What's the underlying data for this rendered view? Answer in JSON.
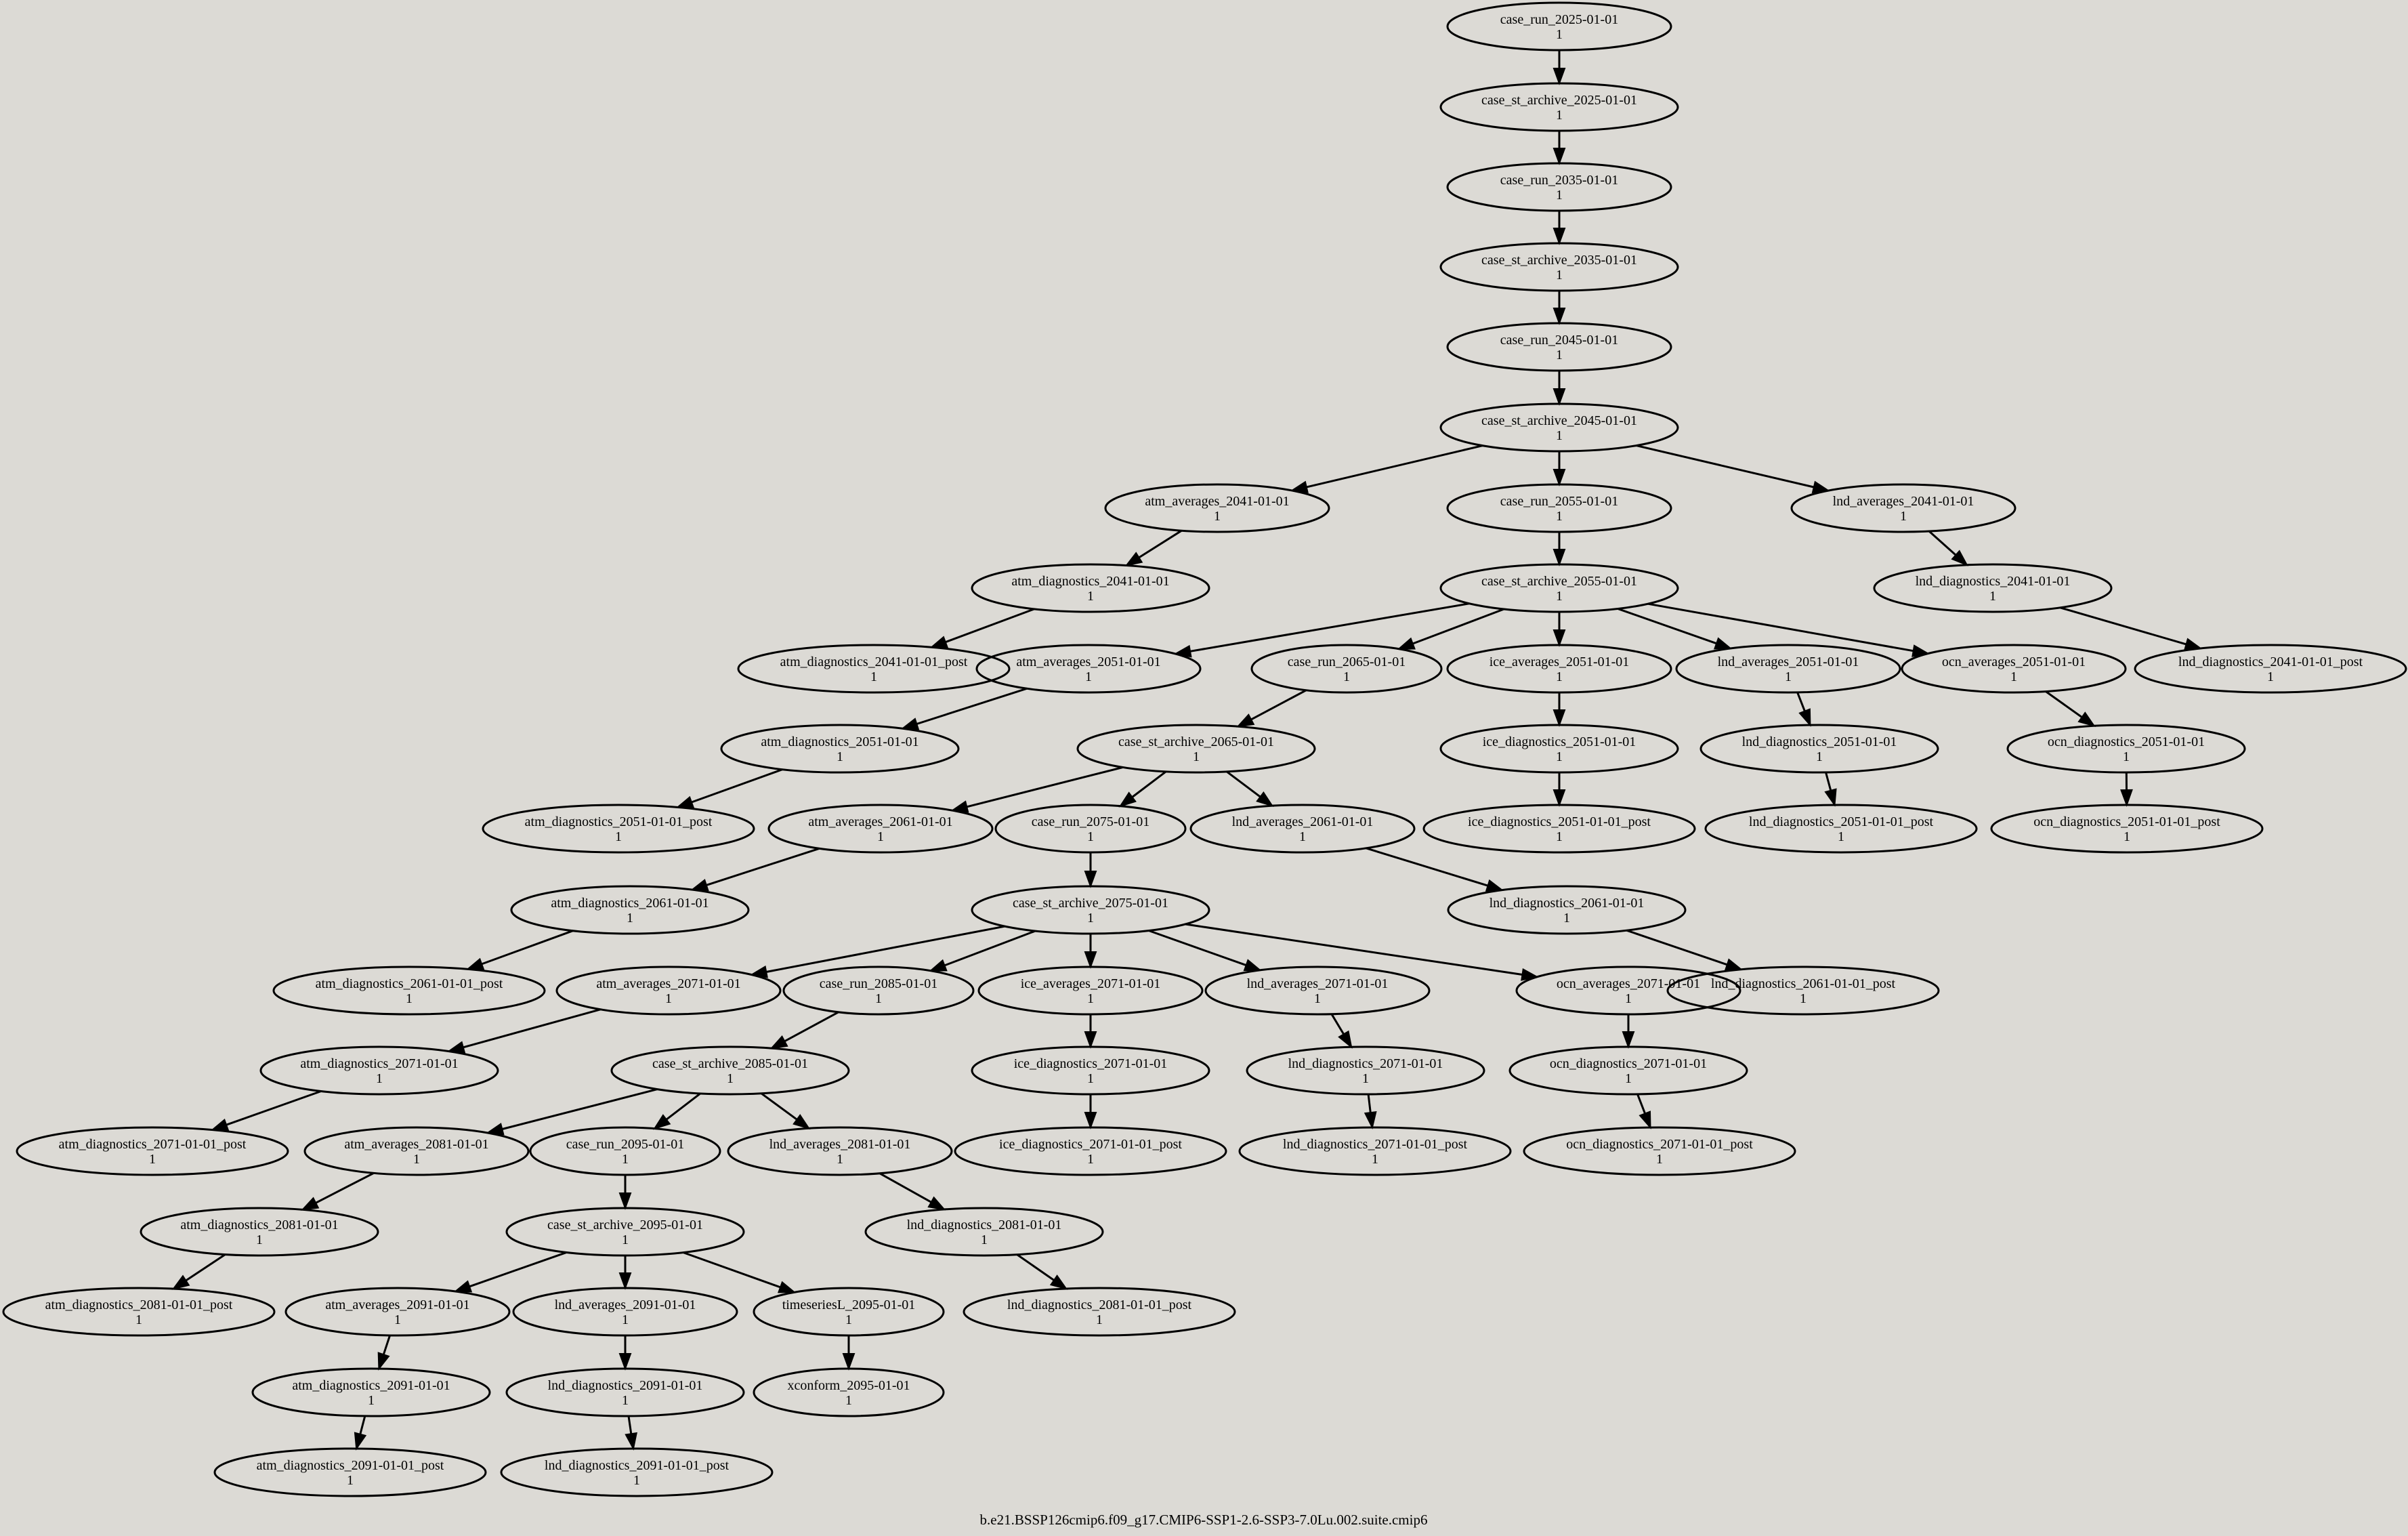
{
  "graph": {
    "caption": "b.e21.BSSP126cmip6.f09_g17.CMIP6-SSP1-2.6-SSP3-7.0Lu.002.suite.cmip6",
    "nodes": [
      {
        "id": "n1",
        "label": "case_run_2025-01-01",
        "count": "1"
      },
      {
        "id": "n2",
        "label": "case_st_archive_2025-01-01",
        "count": "1"
      },
      {
        "id": "n3",
        "label": "case_run_2035-01-01",
        "count": "1"
      },
      {
        "id": "n4",
        "label": "case_st_archive_2035-01-01",
        "count": "1"
      },
      {
        "id": "n5",
        "label": "case_run_2045-01-01",
        "count": "1"
      },
      {
        "id": "n6",
        "label": "case_st_archive_2045-01-01",
        "count": "1"
      },
      {
        "id": "n7",
        "label": "atm_averages_2041-01-01",
        "count": "1"
      },
      {
        "id": "n8",
        "label": "case_run_2055-01-01",
        "count": "1"
      },
      {
        "id": "n9",
        "label": "lnd_averages_2041-01-01",
        "count": "1"
      },
      {
        "id": "n10",
        "label": "atm_diagnostics_2041-01-01",
        "count": "1"
      },
      {
        "id": "n11",
        "label": "case_st_archive_2055-01-01",
        "count": "1"
      },
      {
        "id": "n12",
        "label": "lnd_diagnostics_2041-01-01",
        "count": "1"
      },
      {
        "id": "n13",
        "label": "atm_diagnostics_2041-01-01_post",
        "count": "1"
      },
      {
        "id": "n14",
        "label": "atm_averages_2051-01-01",
        "count": "1"
      },
      {
        "id": "n15",
        "label": "case_run_2065-01-01",
        "count": "1"
      },
      {
        "id": "n16",
        "label": "ice_averages_2051-01-01",
        "count": "1"
      },
      {
        "id": "n17",
        "label": "lnd_averages_2051-01-01",
        "count": "1"
      },
      {
        "id": "n18",
        "label": "ocn_averages_2051-01-01",
        "count": "1"
      },
      {
        "id": "n19",
        "label": "lnd_diagnostics_2041-01-01_post",
        "count": "1"
      },
      {
        "id": "n20",
        "label": "atm_diagnostics_2051-01-01",
        "count": "1"
      },
      {
        "id": "n21",
        "label": "case_st_archive_2065-01-01",
        "count": "1"
      },
      {
        "id": "n22",
        "label": "ice_diagnostics_2051-01-01",
        "count": "1"
      },
      {
        "id": "n23",
        "label": "lnd_diagnostics_2051-01-01",
        "count": "1"
      },
      {
        "id": "n24",
        "label": "ocn_diagnostics_2051-01-01",
        "count": "1"
      },
      {
        "id": "n25",
        "label": "atm_diagnostics_2051-01-01_post",
        "count": "1"
      },
      {
        "id": "n26",
        "label": "atm_averages_2061-01-01",
        "count": "1"
      },
      {
        "id": "n27",
        "label": "case_run_2075-01-01",
        "count": "1"
      },
      {
        "id": "n28",
        "label": "lnd_averages_2061-01-01",
        "count": "1"
      },
      {
        "id": "n29",
        "label": "ice_diagnostics_2051-01-01_post",
        "count": "1"
      },
      {
        "id": "n30",
        "label": "lnd_diagnostics_2051-01-01_post",
        "count": "1"
      },
      {
        "id": "n31",
        "label": "ocn_diagnostics_2051-01-01_post",
        "count": "1"
      },
      {
        "id": "n32",
        "label": "atm_diagnostics_2061-01-01",
        "count": "1"
      },
      {
        "id": "n33",
        "label": "case_st_archive_2075-01-01",
        "count": "1"
      },
      {
        "id": "n34",
        "label": "lnd_diagnostics_2061-01-01",
        "count": "1"
      },
      {
        "id": "n35",
        "label": "atm_diagnostics_2061-01-01_post",
        "count": "1"
      },
      {
        "id": "n36",
        "label": "atm_averages_2071-01-01",
        "count": "1"
      },
      {
        "id": "n37",
        "label": "case_run_2085-01-01",
        "count": "1"
      },
      {
        "id": "n38",
        "label": "ice_averages_2071-01-01",
        "count": "1"
      },
      {
        "id": "n39",
        "label": "lnd_averages_2071-01-01",
        "count": "1"
      },
      {
        "id": "n40",
        "label": "ocn_averages_2071-01-01",
        "count": "1"
      },
      {
        "id": "n41",
        "label": "lnd_diagnostics_2061-01-01_post",
        "count": "1"
      },
      {
        "id": "n42",
        "label": "atm_diagnostics_2071-01-01",
        "count": "1"
      },
      {
        "id": "n43",
        "label": "case_st_archive_2085-01-01",
        "count": "1"
      },
      {
        "id": "n44",
        "label": "ice_diagnostics_2071-01-01",
        "count": "1"
      },
      {
        "id": "n45",
        "label": "lnd_diagnostics_2071-01-01",
        "count": "1"
      },
      {
        "id": "n46",
        "label": "ocn_diagnostics_2071-01-01",
        "count": "1"
      },
      {
        "id": "n47",
        "label": "atm_diagnostics_2071-01-01_post",
        "count": "1"
      },
      {
        "id": "n48",
        "label": "atm_averages_2081-01-01",
        "count": "1"
      },
      {
        "id": "n49",
        "label": "case_run_2095-01-01",
        "count": "1"
      },
      {
        "id": "n50",
        "label": "lnd_averages_2081-01-01",
        "count": "1"
      },
      {
        "id": "n51",
        "label": "ice_diagnostics_2071-01-01_post",
        "count": "1"
      },
      {
        "id": "n52",
        "label": "lnd_diagnostics_2071-01-01_post",
        "count": "1"
      },
      {
        "id": "n53",
        "label": "ocn_diagnostics_2071-01-01_post",
        "count": "1"
      },
      {
        "id": "n54",
        "label": "atm_diagnostics_2081-01-01",
        "count": "1"
      },
      {
        "id": "n55",
        "label": "case_st_archive_2095-01-01",
        "count": "1"
      },
      {
        "id": "n56",
        "label": "lnd_diagnostics_2081-01-01",
        "count": "1"
      },
      {
        "id": "n57",
        "label": "atm_diagnostics_2081-01-01_post",
        "count": "1"
      },
      {
        "id": "n58",
        "label": "atm_averages_2091-01-01",
        "count": "1"
      },
      {
        "id": "n59",
        "label": "lnd_averages_2091-01-01",
        "count": "1"
      },
      {
        "id": "n60",
        "label": "timeseriesL_2095-01-01",
        "count": "1"
      },
      {
        "id": "n61",
        "label": "lnd_diagnostics_2081-01-01_post",
        "count": "1"
      },
      {
        "id": "n62",
        "label": "atm_diagnostics_2091-01-01",
        "count": "1"
      },
      {
        "id": "n63",
        "label": "lnd_diagnostics_2091-01-01",
        "count": "1"
      },
      {
        "id": "n64",
        "label": "xconform_2095-01-01",
        "count": "1"
      },
      {
        "id": "n65",
        "label": "atm_diagnostics_2091-01-01_post",
        "count": "1"
      },
      {
        "id": "n66",
        "label": "lnd_diagnostics_2091-01-01_post",
        "count": "1"
      }
    ],
    "edges": [
      [
        "n1",
        "n2"
      ],
      [
        "n2",
        "n3"
      ],
      [
        "n3",
        "n4"
      ],
      [
        "n4",
        "n5"
      ],
      [
        "n5",
        "n6"
      ],
      [
        "n6",
        "n7"
      ],
      [
        "n6",
        "n8"
      ],
      [
        "n6",
        "n9"
      ],
      [
        "n7",
        "n10"
      ],
      [
        "n8",
        "n11"
      ],
      [
        "n9",
        "n12"
      ],
      [
        "n10",
        "n13"
      ],
      [
        "n12",
        "n19"
      ],
      [
        "n11",
        "n14"
      ],
      [
        "n11",
        "n15"
      ],
      [
        "n11",
        "n16"
      ],
      [
        "n11",
        "n17"
      ],
      [
        "n11",
        "n18"
      ],
      [
        "n14",
        "n20"
      ],
      [
        "n15",
        "n21"
      ],
      [
        "n16",
        "n22"
      ],
      [
        "n17",
        "n23"
      ],
      [
        "n18",
        "n24"
      ],
      [
        "n20",
        "n25"
      ],
      [
        "n22",
        "n29"
      ],
      [
        "n23",
        "n30"
      ],
      [
        "n24",
        "n31"
      ],
      [
        "n21",
        "n26"
      ],
      [
        "n21",
        "n27"
      ],
      [
        "n21",
        "n28"
      ],
      [
        "n26",
        "n32"
      ],
      [
        "n27",
        "n33"
      ],
      [
        "n28",
        "n34"
      ],
      [
        "n32",
        "n35"
      ],
      [
        "n34",
        "n41"
      ],
      [
        "n33",
        "n36"
      ],
      [
        "n33",
        "n37"
      ],
      [
        "n33",
        "n38"
      ],
      [
        "n33",
        "n39"
      ],
      [
        "n33",
        "n40"
      ],
      [
        "n36",
        "n42"
      ],
      [
        "n37",
        "n43"
      ],
      [
        "n38",
        "n44"
      ],
      [
        "n39",
        "n45"
      ],
      [
        "n40",
        "n46"
      ],
      [
        "n42",
        "n47"
      ],
      [
        "n44",
        "n51"
      ],
      [
        "n45",
        "n52"
      ],
      [
        "n46",
        "n53"
      ],
      [
        "n43",
        "n48"
      ],
      [
        "n43",
        "n49"
      ],
      [
        "n43",
        "n50"
      ],
      [
        "n48",
        "n54"
      ],
      [
        "n49",
        "n55"
      ],
      [
        "n50",
        "n56"
      ],
      [
        "n54",
        "n57"
      ],
      [
        "n56",
        "n61"
      ],
      [
        "n55",
        "n58"
      ],
      [
        "n55",
        "n59"
      ],
      [
        "n55",
        "n60"
      ],
      [
        "n58",
        "n62"
      ],
      [
        "n59",
        "n63"
      ],
      [
        "n60",
        "n64"
      ],
      [
        "n62",
        "n65"
      ],
      [
        "n63",
        "n66"
      ]
    ]
  }
}
